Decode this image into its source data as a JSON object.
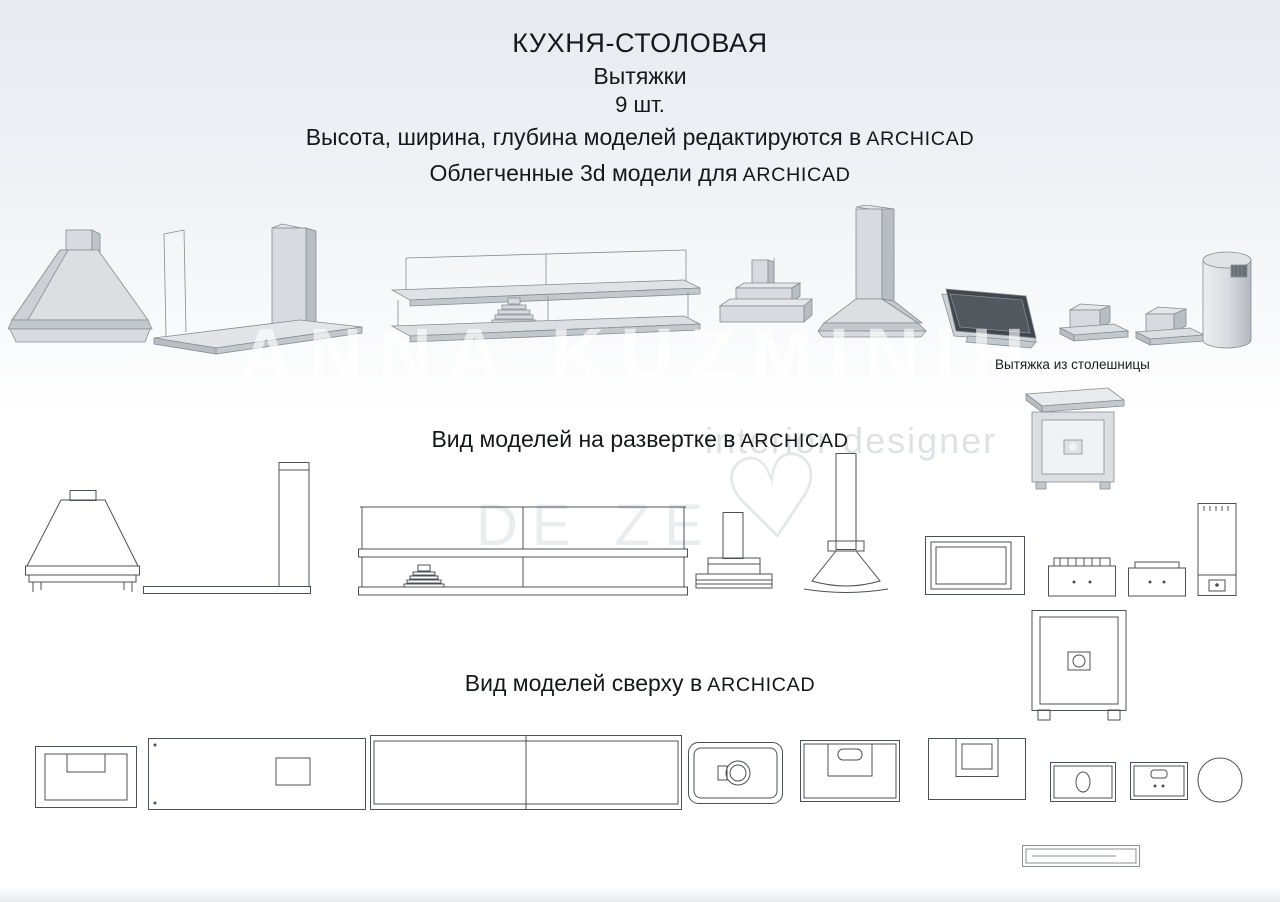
{
  "intro": {
    "title": "КУХНЯ-СТОЛОВАЯ",
    "subtitle": "Вытяжки",
    "count": "9 шт.",
    "edit_note_prefix": "Высота, ширина, глубина моделей редактируются в",
    "edit_note_brand": "ARCHICAD",
    "models_note_prefix": "Облегченные 3d модели для",
    "models_note_brand": "ARCHICAD"
  },
  "sections": {
    "elevation_heading_prefix": "Вид моделей на развертке в",
    "elevation_heading_brand": "ARCHICAD",
    "top_heading_prefix": "Вид моделей сверху в",
    "top_heading_brand": "ARCHICAD"
  },
  "labels": {
    "countertop_hood": "Вытяжка из столешницы"
  },
  "watermark": {
    "name": "ANNA KUZMINIH",
    "subtitle": "interior designer",
    "brand": "DE ZE",
    "heart": "♡"
  },
  "colors": {
    "background_top": "#e9edf1",
    "model_fill": "#d7dade",
    "model_side_fill": "#b9bec4",
    "model_stroke": "#878d94",
    "glass_dark": "#3f444b",
    "line_stroke": "#4c5157",
    "text": "#15181b"
  }
}
